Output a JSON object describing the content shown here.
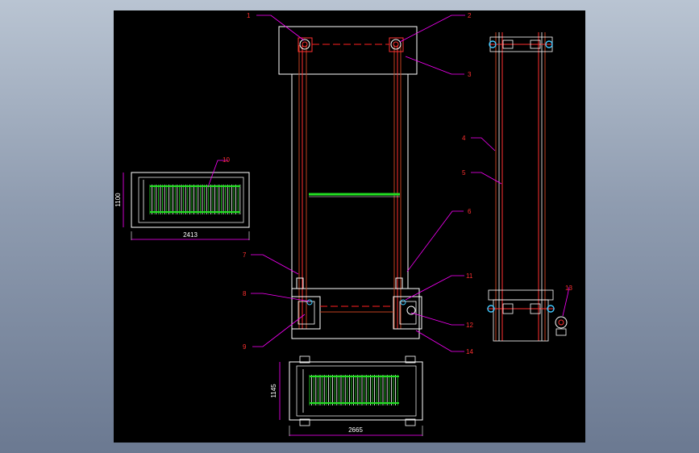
{
  "colors": {
    "background_gradient": [
      "#b9c4d2",
      "#6b7991"
    ],
    "canvas": "#000000",
    "outline": "#ffffff",
    "leader": "#ff00ff",
    "callout_text": "#ff3030",
    "centerline": "#ff2020",
    "rail": "#c04020",
    "bars": "#22dd22",
    "joint": "#40c8ff",
    "dimension": "#ff00ff"
  },
  "callouts": [
    "1",
    "2",
    "3",
    "4",
    "5",
    "6",
    "7",
    "8",
    "9",
    "10",
    "11",
    "12",
    "13",
    "14"
  ],
  "dimensions": {
    "plan_small_width": "2413",
    "plan_small_height": "1100",
    "plan_large_width": "2665",
    "plan_large_height": "1145"
  }
}
